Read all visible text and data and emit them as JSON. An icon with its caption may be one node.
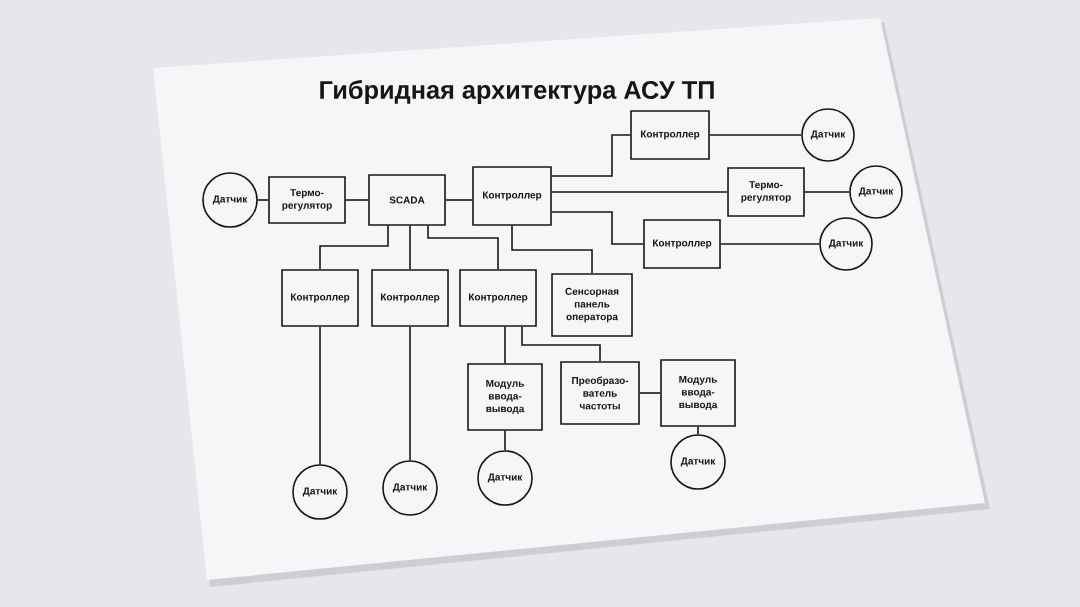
{
  "diagram": {
    "title": "Гибридная архитектура АСУ ТП",
    "nodes": [
      {
        "text": [
          "Датчик"
        ]
      },
      {
        "text": [
          "Термо- регулятор"
        ]
      },
      {
        "text": [
          "SCADA"
        ]
      },
      {
        "text": [
          "Контроллер"
        ]
      },
      {
        "text": [
          "Контроллер"
        ]
      },
      {
        "text": [
          "Датчик"
        ]
      },
      {
        "text": [
          "Термо- регулятор"
        ]
      },
      {
        "text": [
          "Датчик"
        ]
      },
      {
        "text": [
          "Контроллер"
        ]
      },
      {
        "text": [
          "Датчик"
        ]
      },
      {
        "text": [
          "Контроллер"
        ]
      },
      {
        "text": [
          "Контроллер"
        ]
      },
      {
        "text": [
          "Контроллер"
        ]
      },
      {
        "text": [
          "Сенсорная панель оператора"
        ]
      },
      {
        "text": [
          "Модуль ввода- вывода"
        ]
      },
      {
        "text": [
          "Преобразо- ватель частоты"
        ]
      },
      {
        "text": [
          "Модуль ввода- вывода"
        ]
      },
      {
        "text": [
          "Датчик"
        ]
      },
      {
        "text": [
          "Датчик"
        ]
      },
      {
        "text": [
          "Датчик"
        ]
      },
      {
        "text": [
          "Датчик"
        ]
      }
    ],
    "edges": [
      {
        "from": 0,
        "to": 1,
        "arrow": "none"
      },
      {
        "from": 1,
        "to": 2,
        "arrow": "none"
      },
      {
        "from": 2,
        "to": 3,
        "arrow": "none"
      },
      {
        "from": 3,
        "to": 4,
        "arrow": "none"
      },
      {
        "from": 4,
        "to": 5,
        "arrow": "none"
      },
      {
        "from": 3,
        "to": 6,
        "arrow": "none"
      },
      {
        "from": 6,
        "to": 7,
        "arrow": "none"
      },
      {
        "from": 3,
        "to": 8,
        "arrow": "none"
      },
      {
        "from": 8,
        "to": 9,
        "arrow": "none"
      },
      {
        "from": 3,
        "to": 13,
        "arrow": "none"
      },
      {
        "from": 2,
        "to": 10,
        "arrow": "none"
      },
      {
        "from": 2,
        "to": 11,
        "arrow": "none"
      },
      {
        "from": 2,
        "to": 12,
        "arrow": "none"
      },
      {
        "from": 12,
        "to": 14,
        "arrow": "none"
      },
      {
        "from": 12,
        "to": 15,
        "arrow": "none"
      },
      {
        "from": 15,
        "to": 16,
        "arrow": "none"
      },
      {
        "from": 10,
        "to": 17,
        "arrow": "none"
      },
      {
        "from": 11,
        "to": 18,
        "arrow": "none"
      },
      {
        "from": 14,
        "to": 19,
        "arrow": "none"
      },
      {
        "from": 16,
        "to": 20,
        "arrow": "none"
      }
    ]
  }
}
